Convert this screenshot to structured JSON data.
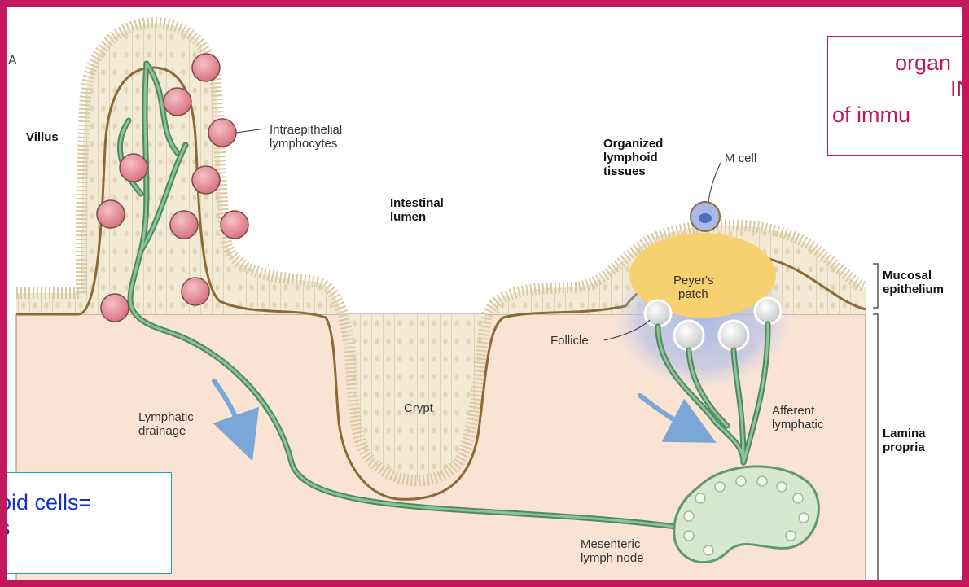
{
  "panel_letter": "A",
  "labels": {
    "villus": "Villus",
    "intraepithelial_1": "Intraepithelial",
    "intraepithelial_2": "lymphocytes",
    "organized_1": "Organized",
    "organized_2": "lymphoid",
    "organized_3": "tissues",
    "m_cell": "M cell",
    "lumen_1": "Intestinal",
    "lumen_2": "lumen",
    "peyers_1": "Peyer's",
    "peyers_2": "patch",
    "mucosal_1": "Mucosal",
    "mucosal_2": "epithelium",
    "follicle": "Follicle",
    "crypt": "Crypt",
    "lymphatic_1": "Lymphatic",
    "lymphatic_2": "drainage",
    "afferent_1": "Afferent",
    "afferent_2": "lymphatic",
    "lamina_1": "Lamina",
    "lamina_2": "propria",
    "mesenteric_1": "Mesenteric",
    "mesenteric_2": "lymph node"
  },
  "callout_red": {
    "line1": "organ",
    "line2": "IN",
    "line3": "of immu"
  },
  "callout_blue": {
    "line1": "oid cells=",
    "line2": "s"
  },
  "colors": {
    "frame": "#c2185b",
    "tissue": "#fbe3d4",
    "epithelium": "#f3ead6",
    "lymphatic": "#5f9a6e",
    "lymphocyte": "#e08a94",
    "peyers_patch": "#f7d070",
    "arrow": "#7aa7d6"
  }
}
